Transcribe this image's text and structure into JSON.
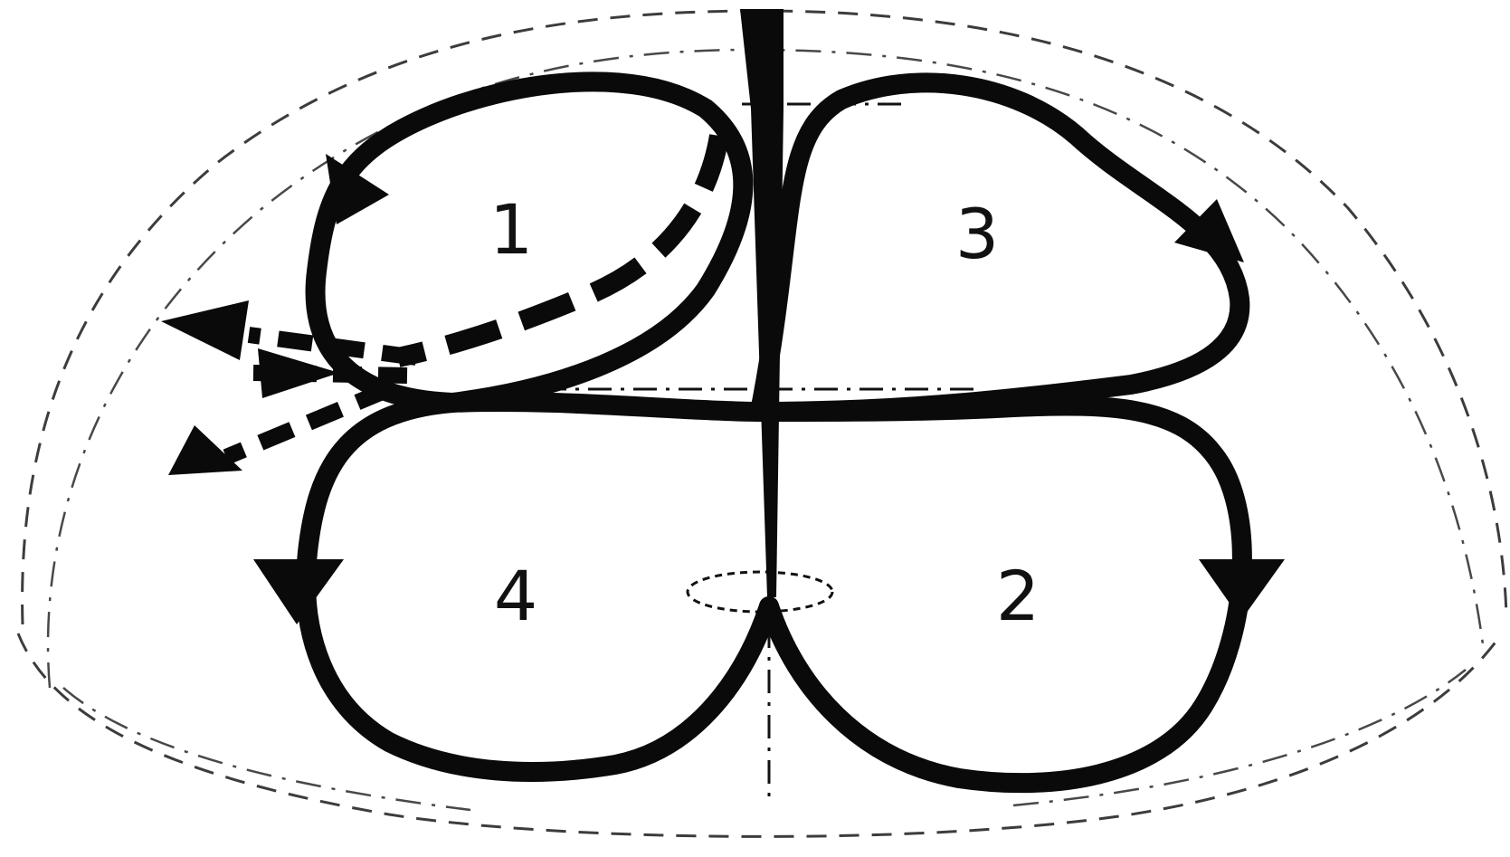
{
  "figure": {
    "lobes": [
      {
        "id": "1",
        "label": "1"
      },
      {
        "id": "3",
        "label": "3"
      },
      {
        "id": "4",
        "label": "4"
      },
      {
        "id": "2",
        "label": "2"
      }
    ],
    "colors": {
      "ink": "#0a0a0a",
      "background": "#ffffff"
    }
  }
}
